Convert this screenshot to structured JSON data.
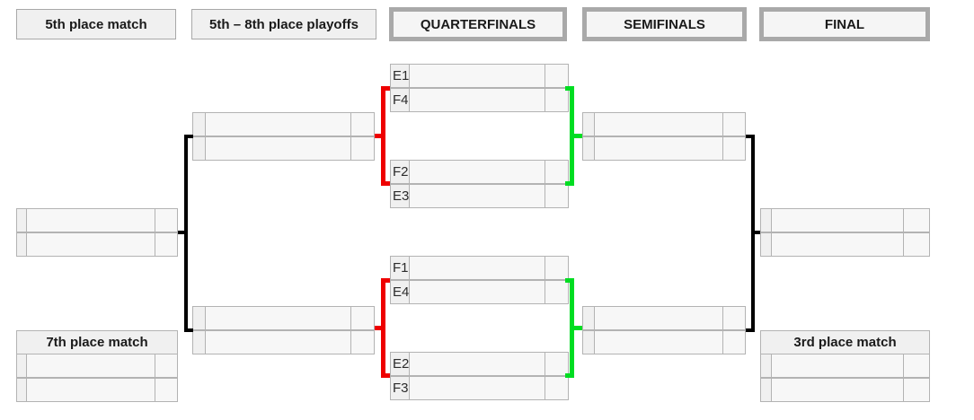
{
  "columns": [
    {
      "label": "5th place match"
    },
    {
      "label": "5th – 8th place playoffs"
    },
    {
      "label": "QUARTERFINALS"
    },
    {
      "label": "SEMIFINALS"
    },
    {
      "label": "FINAL"
    }
  ],
  "quarterfinals": {
    "matches": [
      {
        "slots": [
          "E1",
          "F4"
        ]
      },
      {
        "slots": [
          "F2",
          "E3"
        ]
      },
      {
        "slots": [
          "F1",
          "E4"
        ]
      },
      {
        "slots": [
          "E2",
          "F3"
        ]
      }
    ]
  },
  "placement": {
    "seventh_label": "7th place match",
    "third_label": "3rd place match"
  },
  "colors": {
    "advance_line": "#00dd22",
    "consolation_line": "#ee0000",
    "main_line": "#000000",
    "box_border": "#b3b3b3",
    "header_frame": "#a9a9a9",
    "cell_bg": "#f7f7f7",
    "label_bg": "#f0f0f0"
  }
}
